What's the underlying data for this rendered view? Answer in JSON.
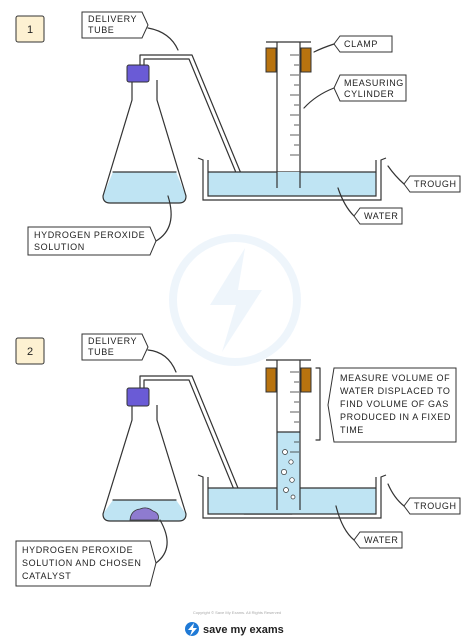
{
  "colors": {
    "water": "#bfe4f3",
    "bung": "#6a5bd6",
    "clamp": "#b8730f",
    "step_box": "#fdf1d2",
    "catalyst": "#8e7bd0"
  },
  "panel1": {
    "step": "1",
    "delivery_tube": [
      "DELIVERY",
      "TUBE"
    ],
    "clamp": "CLAMP",
    "measuring_cylinder": [
      "MEASURING",
      "CYLINDER"
    ],
    "trough": "TROUGH",
    "water": "WATER",
    "solution": [
      "HYDROGEN  PEROXIDE",
      "SOLUTION"
    ]
  },
  "panel2": {
    "step": "2",
    "delivery_tube": [
      "DELIVERY",
      "TUBE"
    ],
    "note": [
      "MEASURE  VOLUME  OF",
      "WATER  DISPLACED  TO",
      "FIND  VOLUME  OF  GAS",
      "PRODUCED  IN  A  FIXED",
      "TIME"
    ],
    "trough": "TROUGH",
    "water": "WATER",
    "solution": [
      "HYDROGEN  PEROXIDE",
      "SOLUTION  AND  CHOSEN",
      "CATALYST"
    ]
  },
  "footer": {
    "copyright": "Copyright © Save My Exams. All Rights Reserved",
    "brand": "save my exams",
    "logo_icon": "lightning-bolt-icon"
  }
}
